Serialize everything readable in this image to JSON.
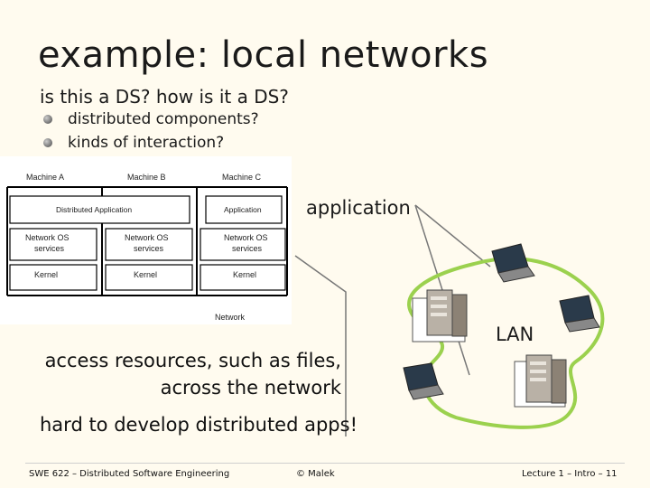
{
  "slide": {
    "title": "example: local networks",
    "subtitle": "is this a DS? how is it a DS?",
    "bullets": [
      "distributed components?",
      "kinds of interaction?"
    ],
    "diagram": {
      "machines": [
        "Machine A",
        "Machine B",
        "Machine C"
      ],
      "distributed_app": "Distributed Application",
      "app": "Application",
      "services": [
        "Network OS",
        "services"
      ],
      "kernel": "Kernel",
      "network": "Network"
    },
    "callout_application": "application",
    "callout_lan": "LAN",
    "access_lines": [
      "access resources, such as files,",
      "across the network"
    ],
    "hard": "hard to develop distributed apps!",
    "footer": {
      "left": "SWE 622 – Distributed Software Engineering",
      "center": "© Malek",
      "right": "Lecture 1 – Intro – 11"
    }
  }
}
